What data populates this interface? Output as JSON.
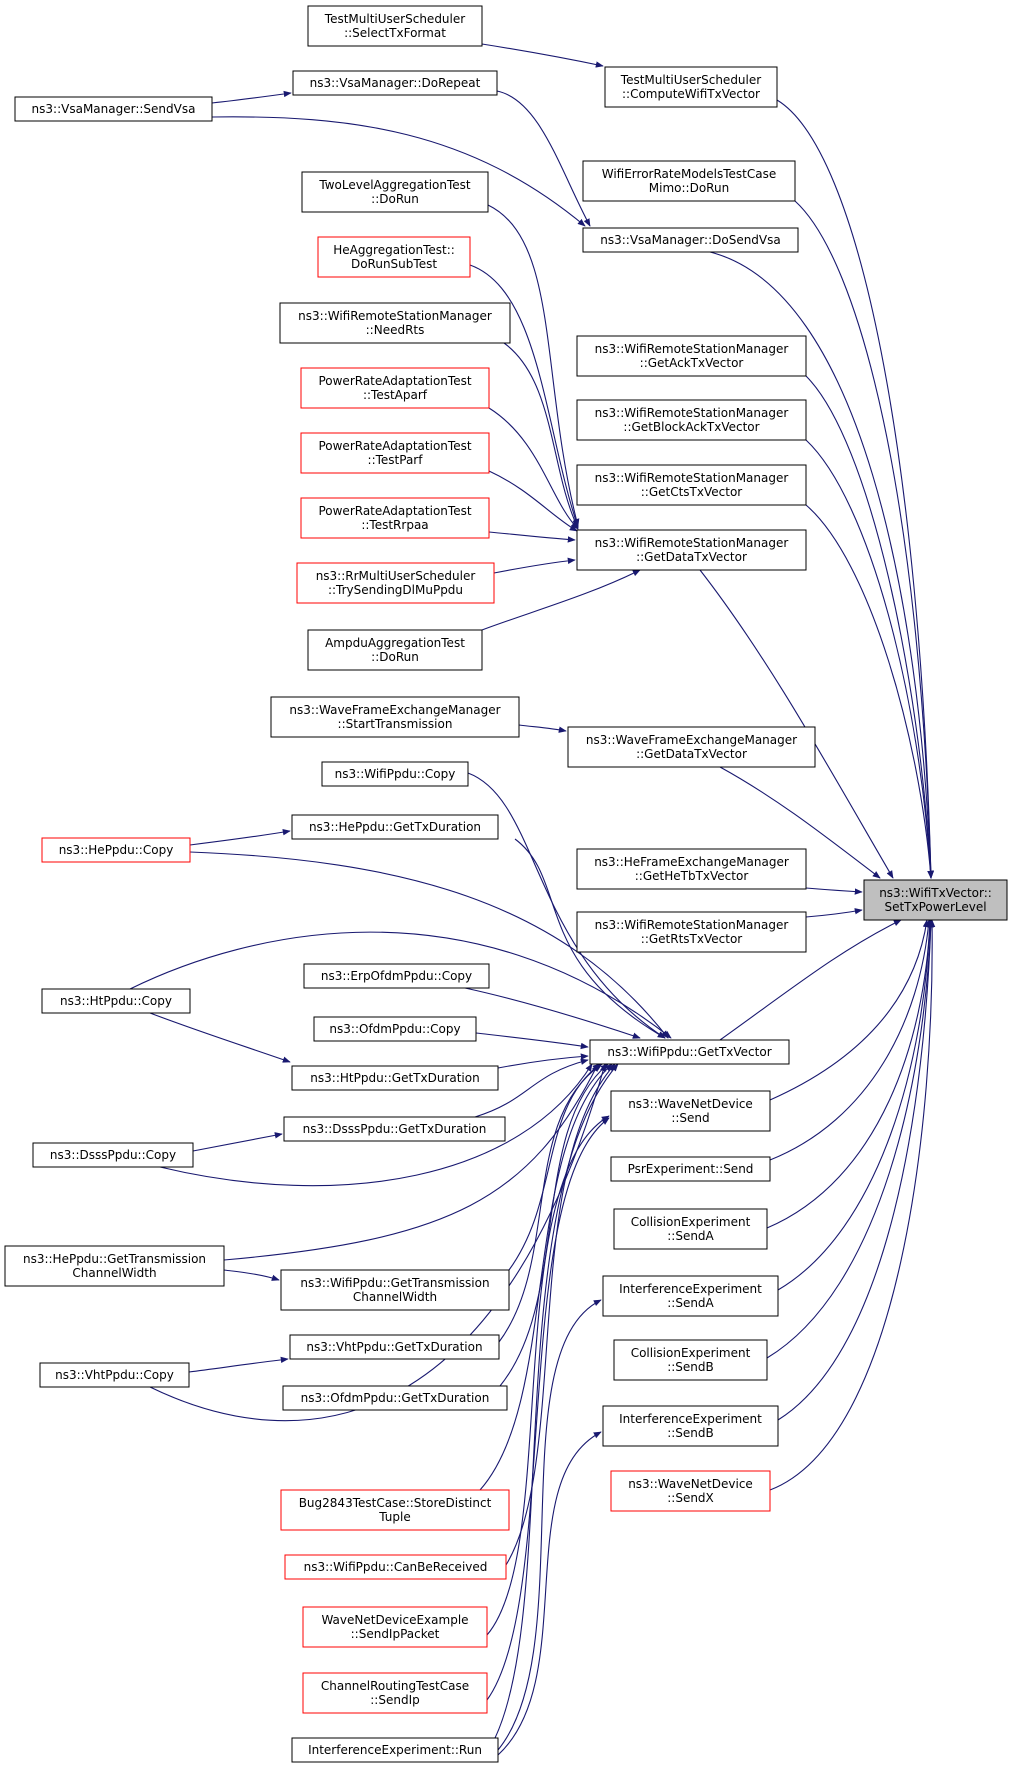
{
  "graph": {
    "nodes": [
      {
        "id": "target",
        "lines": [
          "ns3::WifiTxVector::",
          "SetTxPowerLevel"
        ],
        "border": "black",
        "highlighted": true
      },
      {
        "id": "t_cwtv",
        "lines": [
          "TestMultiUserScheduler",
          "::ComputeWifiTxVector"
        ],
        "border": "black"
      },
      {
        "id": "t_stf",
        "lines": [
          "TestMultiUserScheduler",
          "::SelectTxFormat"
        ],
        "border": "black"
      },
      {
        "id": "ermm",
        "lines": [
          "WifiErrorRateModelsTestCase",
          "Mimo::DoRun"
        ],
        "border": "black"
      },
      {
        "id": "vsa_send",
        "lines": [
          "ns3::VsaManager::SendVsa"
        ],
        "border": "black"
      },
      {
        "id": "vsa_rep",
        "lines": [
          "ns3::VsaManager::DoRepeat"
        ],
        "border": "black"
      },
      {
        "id": "vsa_dosend",
        "lines": [
          "ns3::VsaManager::DoSendVsa"
        ],
        "border": "black"
      },
      {
        "id": "tla",
        "lines": [
          "TwoLevelAggregationTest",
          "::DoRun"
        ],
        "border": "black"
      },
      {
        "id": "heagg",
        "lines": [
          "HeAggregationTest::",
          "DoRunSubTest"
        ],
        "border": "red"
      },
      {
        "id": "needrts",
        "lines": [
          "ns3::WifiRemoteStationManager",
          "::NeedRts"
        ],
        "border": "black"
      },
      {
        "id": "aparf",
        "lines": [
          "PowerRateAdaptationTest",
          "::TestAparf"
        ],
        "border": "red"
      },
      {
        "id": "parf",
        "lines": [
          "PowerRateAdaptationTest",
          "::TestParf"
        ],
        "border": "red"
      },
      {
        "id": "rrpaa",
        "lines": [
          "PowerRateAdaptationTest",
          "::TestRrpaa"
        ],
        "border": "red"
      },
      {
        "id": "rrmus",
        "lines": [
          "ns3::RrMultiUserScheduler",
          "::TrySendingDlMuPpdu"
        ],
        "border": "red"
      },
      {
        "id": "ampdu",
        "lines": [
          "AmpduAggregationTest",
          "::DoRun"
        ],
        "border": "black"
      },
      {
        "id": "ack",
        "lines": [
          "ns3::WifiRemoteStationManager",
          "::GetAckTxVector"
        ],
        "border": "black"
      },
      {
        "id": "back",
        "lines": [
          "ns3::WifiRemoteStationManager",
          "::GetBlockAckTxVector"
        ],
        "border": "black"
      },
      {
        "id": "cts",
        "lines": [
          "ns3::WifiRemoteStationManager",
          "::GetCtsTxVector"
        ],
        "border": "black"
      },
      {
        "id": "wrsm_data",
        "lines": [
          "ns3::WifiRemoteStationManager",
          "::GetDataTxVector"
        ],
        "border": "black"
      },
      {
        "id": "wfem_st",
        "lines": [
          "ns3::WaveFrameExchangeManager",
          "::StartTransmission"
        ],
        "border": "black"
      },
      {
        "id": "wfem_data",
        "lines": [
          "ns3::WaveFrameExchangeManager",
          "::GetDataTxVector"
        ],
        "border": "black"
      },
      {
        "id": "hefem",
        "lines": [
          "ns3::HeFrameExchangeManager",
          "::GetHeTbTxVector"
        ],
        "border": "black"
      },
      {
        "id": "rts",
        "lines": [
          "ns3::WifiRemoteStationManager",
          "::GetRtsTxVector"
        ],
        "border": "black"
      },
      {
        "id": "wp_copy",
        "lines": [
          "ns3::WifiPpdu::Copy"
        ],
        "border": "black"
      },
      {
        "id": "he_gtd",
        "lines": [
          "ns3::HePpdu::GetTxDuration"
        ],
        "border": "black"
      },
      {
        "id": "he_copy",
        "lines": [
          "ns3::HePpdu::Copy"
        ],
        "border": "red"
      },
      {
        "id": "ht_copy",
        "lines": [
          "ns3::HtPpdu::Copy"
        ],
        "border": "black"
      },
      {
        "id": "erp_copy",
        "lines": [
          "ns3::ErpOfdmPpdu::Copy"
        ],
        "border": "black"
      },
      {
        "id": "ofdm_copy",
        "lines": [
          "ns3::OfdmPpdu::Copy"
        ],
        "border": "black"
      },
      {
        "id": "wp_gtv",
        "lines": [
          "ns3::WifiPpdu::GetTxVector"
        ],
        "border": "black"
      },
      {
        "id": "ht_gtd",
        "lines": [
          "ns3::HtPpdu::GetTxDuration"
        ],
        "border": "black"
      },
      {
        "id": "dsss_gtd",
        "lines": [
          "ns3::DsssPpdu::GetTxDuration"
        ],
        "border": "black"
      },
      {
        "id": "dsss_copy",
        "lines": [
          "ns3::DsssPpdu::Copy"
        ],
        "border": "black"
      },
      {
        "id": "he_gtcw",
        "lines": [
          "ns3::HePpdu::GetTransmission",
          "ChannelWidth"
        ],
        "border": "black"
      },
      {
        "id": "wp_gtcw",
        "lines": [
          "ns3::WifiPpdu::GetTransmission",
          "ChannelWidth"
        ],
        "border": "black"
      },
      {
        "id": "vht_gtd",
        "lines": [
          "ns3::VhtPpdu::GetTxDuration"
        ],
        "border": "black"
      },
      {
        "id": "vht_copy",
        "lines": [
          "ns3::VhtPpdu::Copy"
        ],
        "border": "black"
      },
      {
        "id": "ofdm_gtd",
        "lines": [
          "ns3::OfdmPpdu::GetTxDuration"
        ],
        "border": "black"
      },
      {
        "id": "bug2843",
        "lines": [
          "Bug2843TestCase::StoreDistinct",
          "Tuple"
        ],
        "border": "red"
      },
      {
        "id": "canrecv",
        "lines": [
          "ns3::WifiPpdu::CanBeReceived"
        ],
        "border": "red"
      },
      {
        "id": "wnde",
        "lines": [
          "WaveNetDeviceExample",
          "::SendIpPacket"
        ],
        "border": "red"
      },
      {
        "id": "crtc",
        "lines": [
          "ChannelRoutingTestCase",
          "::SendIp"
        ],
        "border": "red"
      },
      {
        "id": "ie_run",
        "lines": [
          "InterferenceExperiment::Run"
        ],
        "border": "black"
      },
      {
        "id": "wnd_send",
        "lines": [
          "ns3::WaveNetDevice",
          "::Send"
        ],
        "border": "black"
      },
      {
        "id": "psr_send",
        "lines": [
          "PsrExperiment::Send"
        ],
        "border": "black"
      },
      {
        "id": "ce_senda",
        "lines": [
          "CollisionExperiment",
          "::SendA"
        ],
        "border": "black"
      },
      {
        "id": "ie_senda",
        "lines": [
          "InterferenceExperiment",
          "::SendA"
        ],
        "border": "black"
      },
      {
        "id": "ce_sendb",
        "lines": [
          "CollisionExperiment",
          "::SendB"
        ],
        "border": "black"
      },
      {
        "id": "ie_sendb",
        "lines": [
          "InterferenceExperiment",
          "::SendB"
        ],
        "border": "black"
      },
      {
        "id": "wnd_sendx",
        "lines": [
          "ns3::WaveNetDevice",
          "::SendX"
        ],
        "border": "red"
      }
    ]
  }
}
